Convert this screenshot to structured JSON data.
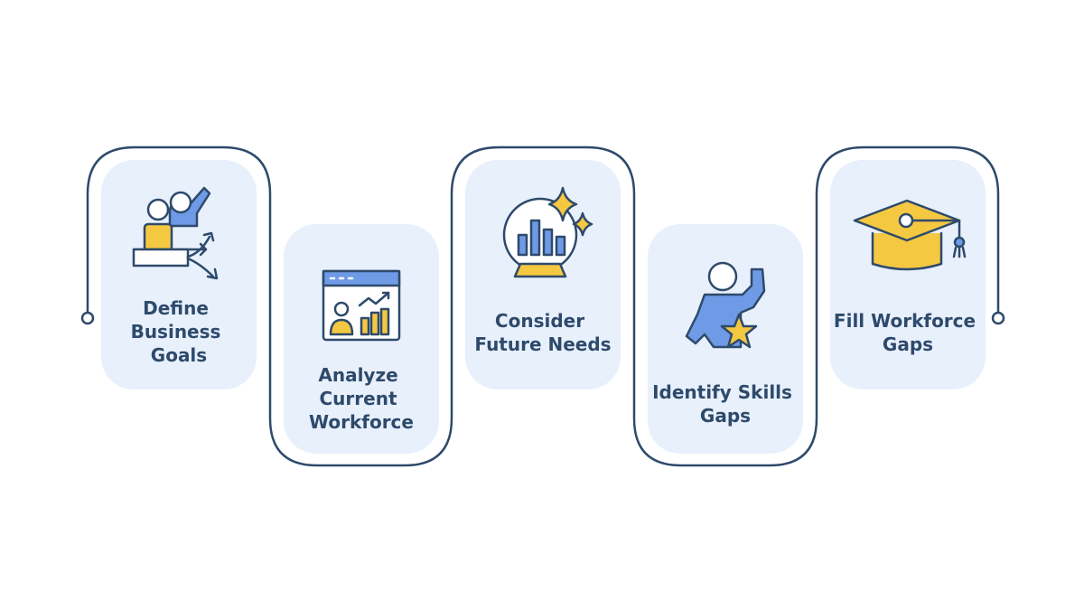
{
  "steps": [
    {
      "label_lines": [
        "Define",
        "Business",
        "Goals"
      ],
      "icon": "team-goals-arrows-icon"
    },
    {
      "label_lines": [
        "Analyze",
        "Current",
        "Workforce"
      ],
      "icon": "dashboard-analytics-icon"
    },
    {
      "label_lines": [
        "Consider",
        "Future Needs"
      ],
      "icon": "crystal-ball-chart-icon"
    },
    {
      "label_lines": [
        "Identify Skills",
        "Gaps"
      ],
      "icon": "person-star-icon"
    },
    {
      "label_lines": [
        "Fill Workforce",
        "Gaps"
      ],
      "icon": "graduation-cap-icon"
    }
  ],
  "colors": {
    "card_fill": "#e8f0fc",
    "outline": "#2e4a6b",
    "accent_blue": "#6f9ae6",
    "accent_yellow": "#f5c842",
    "text": "#2e4a6b"
  }
}
